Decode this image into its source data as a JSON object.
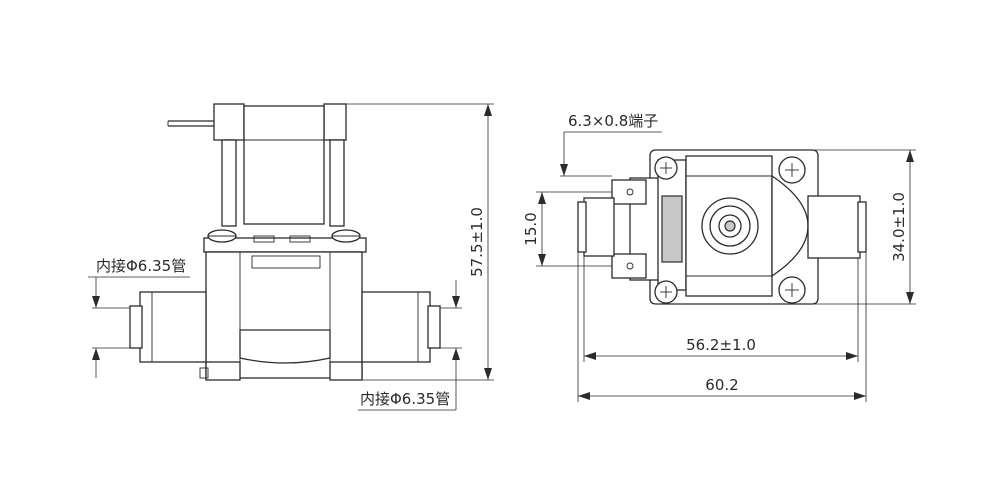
{
  "labels": {
    "fitting_left": "内接Φ6.35管",
    "fitting_right": "内接Φ6.35管",
    "height": "57.5±1.0",
    "terminal": "6.3×0.8端子",
    "terminal_pitch": "15.0",
    "depth": "34.0±1.0",
    "port_span": "56.2±1.0",
    "overall_width": "60.2"
  },
  "colors": {
    "line": "#2b2b2b",
    "shade": "#c8c8c8",
    "background": "#ffffff"
  }
}
